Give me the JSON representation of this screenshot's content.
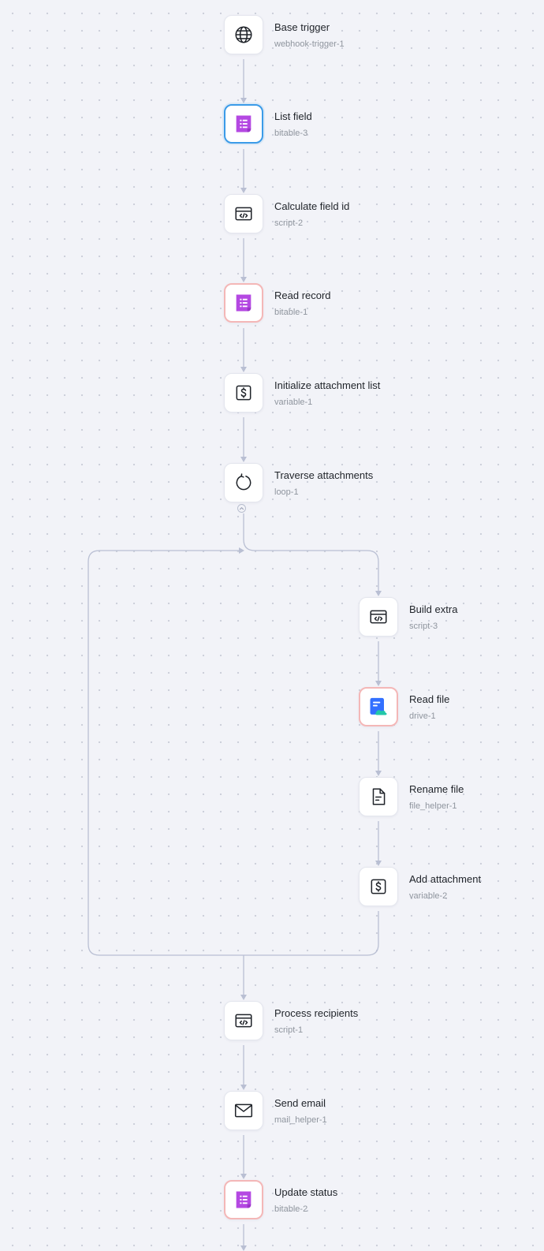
{
  "canvas": {
    "background": "#f2f3f8",
    "edge_color": "#b9bfd3",
    "accent_selected": "#3b9be8",
    "accent_error": "#f4b7b7",
    "bitable_color": "#b448e2",
    "drive_color": "#3370ff"
  },
  "nodes": [
    {
      "key": "base-trigger",
      "title": "Base trigger",
      "id": "webhook-trigger-1",
      "icon": "globe-icon",
      "state": "normal"
    },
    {
      "key": "list-field",
      "title": "List field",
      "id": "bitable-3",
      "icon": "bitable-icon",
      "state": "selected"
    },
    {
      "key": "calculate-field-id",
      "title": "Calculate field id",
      "id": "script-2",
      "icon": "code-icon",
      "state": "normal"
    },
    {
      "key": "read-record",
      "title": "Read record",
      "id": "bitable-1",
      "icon": "bitable-icon",
      "state": "error"
    },
    {
      "key": "initialize-attachment-list",
      "title": "Initialize attachment list",
      "id": "variable-1",
      "icon": "variable-icon",
      "state": "normal"
    },
    {
      "key": "traverse-attachments",
      "title": "Traverse attachments",
      "id": "loop-1",
      "icon": "loop-icon",
      "state": "normal"
    },
    {
      "key": "build-extra",
      "title": "Build extra",
      "id": "script-3",
      "icon": "code-icon",
      "state": "normal"
    },
    {
      "key": "read-file",
      "title": "Read file",
      "id": "drive-1",
      "icon": "drive-icon",
      "state": "error"
    },
    {
      "key": "rename-file",
      "title": "Rename file",
      "id": "file_helper-1",
      "icon": "file-icon",
      "state": "normal"
    },
    {
      "key": "add-attachment",
      "title": "Add attachment",
      "id": "variable-2",
      "icon": "variable-icon",
      "state": "normal"
    },
    {
      "key": "process-recipients",
      "title": "Process recipients",
      "id": "script-1",
      "icon": "code-icon",
      "state": "normal"
    },
    {
      "key": "send-email",
      "title": "Send email",
      "id": "mail_helper-1",
      "icon": "mail-icon",
      "state": "normal"
    },
    {
      "key": "update-status",
      "title": "Update status",
      "id": "bitable-2",
      "icon": "bitable-icon",
      "state": "error"
    }
  ]
}
